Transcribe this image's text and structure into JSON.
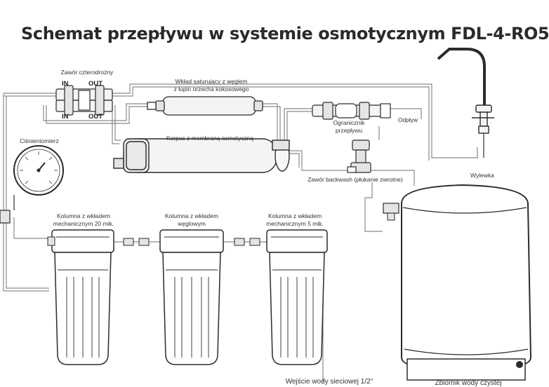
{
  "title": "Schemat przepływu w systemie osmotycznym FDL-4-RO5",
  "labels": {
    "four_way_valve": "Zawór czterodrożny",
    "in_top": "IN",
    "out_top": "OUT",
    "in_bottom": "IN",
    "out_bottom": "OUT",
    "carbon_insert_line1": "Wkład saturujący z węglem",
    "carbon_insert_line2": "z łupin orzecha kokosowego",
    "membrane_housing": "Korpus z membraną osmotyczną",
    "flow_limiter_line1": "Ogranicznik",
    "flow_limiter_line2": "przepływu",
    "drain": "Odpływ",
    "backwash_valve": "Zawór backwash (płukanie zwrotne)",
    "spout": "Wylewka",
    "pressure_gauge": "Ciśnieniomierz",
    "column1_line1": "Kolumna z wkładem",
    "column1_line2": "mechanicznym 20 mik.",
    "column2_line1": "Kolumna z wkładem",
    "column2_line2": "węglowym",
    "column3_line1": "Kolumna z wkładem",
    "column3_line2": "mechanicznym 5 mik.",
    "water_inlet": "Wejście wody sieciowej 1/2\"",
    "clean_water_tank": "Zbiornik wody czystej"
  },
  "colors": {
    "line": "#2b2b2b",
    "tube": "#8a8a8a",
    "fill_light": "#f4f4f4"
  }
}
